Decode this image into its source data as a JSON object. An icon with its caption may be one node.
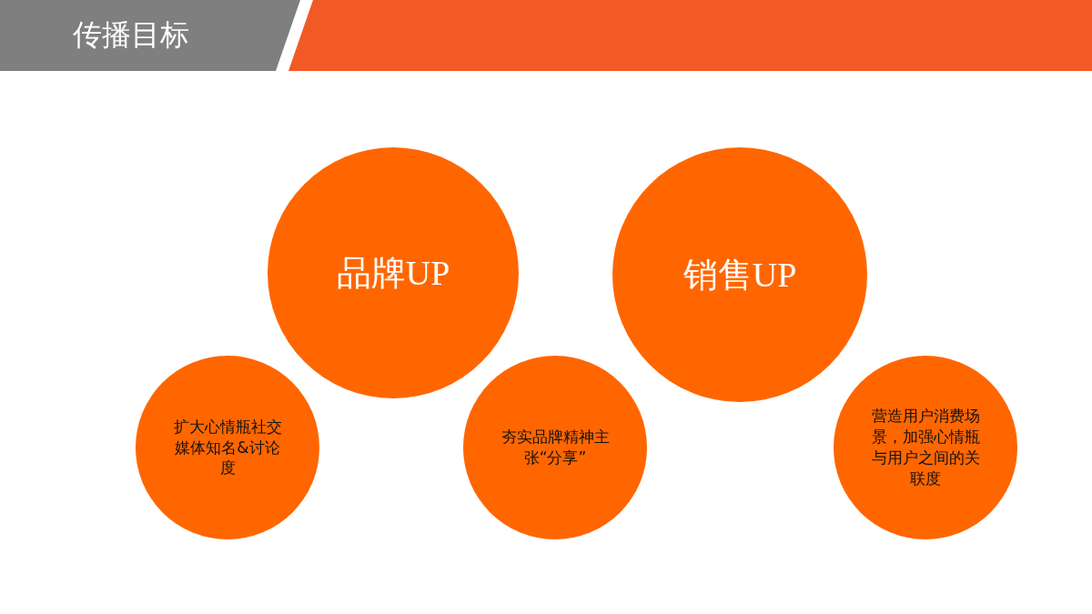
{
  "diagram": {
    "title": "传播目标",
    "nodes": [
      {
        "text": [
          "品牌UP"
        ]
      },
      {
        "text": [
          "销售UP"
        ]
      },
      {
        "text": [
          "扩大心情瓶社交媒体知名&讨论度"
        ]
      },
      {
        "text": [
          "夯实品牌精神主张“分享”"
        ]
      },
      {
        "text": [
          "营造用户消费场景，加强心情瓶与用户之间的关联度"
        ]
      }
    ]
  }
}
